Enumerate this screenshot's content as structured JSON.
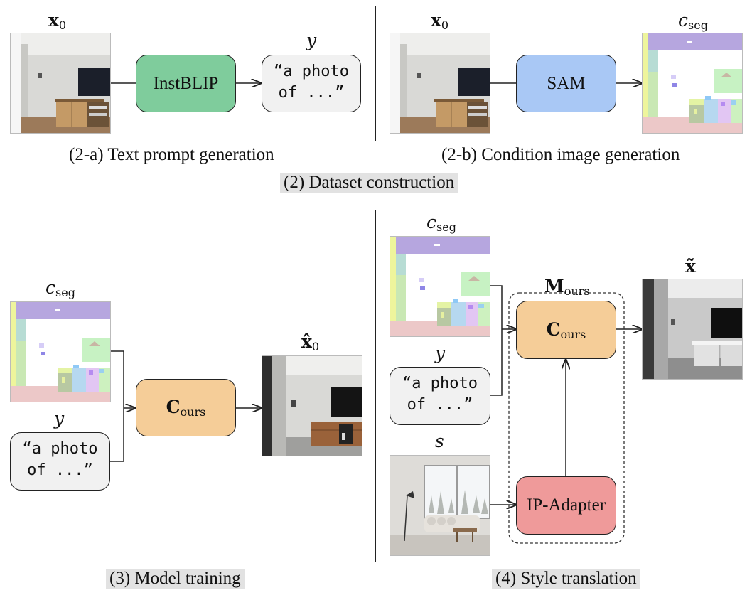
{
  "labels": {
    "x0": "x",
    "x0_sub": "0",
    "y": "y",
    "cseg": "c",
    "cseg_sub": "seg",
    "x0hat": "x̂",
    "x0hat_sub": "0",
    "xtilde": "x̃",
    "s": "s",
    "mours": "M",
    "mours_sub": "ours",
    "cours": "C",
    "cours_sub": "ours"
  },
  "boxes": {
    "instblip": "InstBLIP",
    "sam": "SAM",
    "ipadapter": "IP-Adapter"
  },
  "prompt": {
    "line1": "“a photo",
    "line2": "of ...”"
  },
  "captions": {
    "text_prompt_generation": "(2-a) Text prompt generation",
    "condition_image_generation": "(2-b) Condition image generation",
    "dataset_construction": "(2) Dataset construction",
    "model_training": "(3) Model training",
    "style_translation": "(4) Style translation"
  },
  "colors": {
    "instblip": "#7fcc9c",
    "sam": "#a9c8f5",
    "cours": "#f5cd98",
    "ipadapter": "#ef9a9a",
    "prompt_bg": "#f1f1f1",
    "caption_bg": "#e2e2e2"
  }
}
